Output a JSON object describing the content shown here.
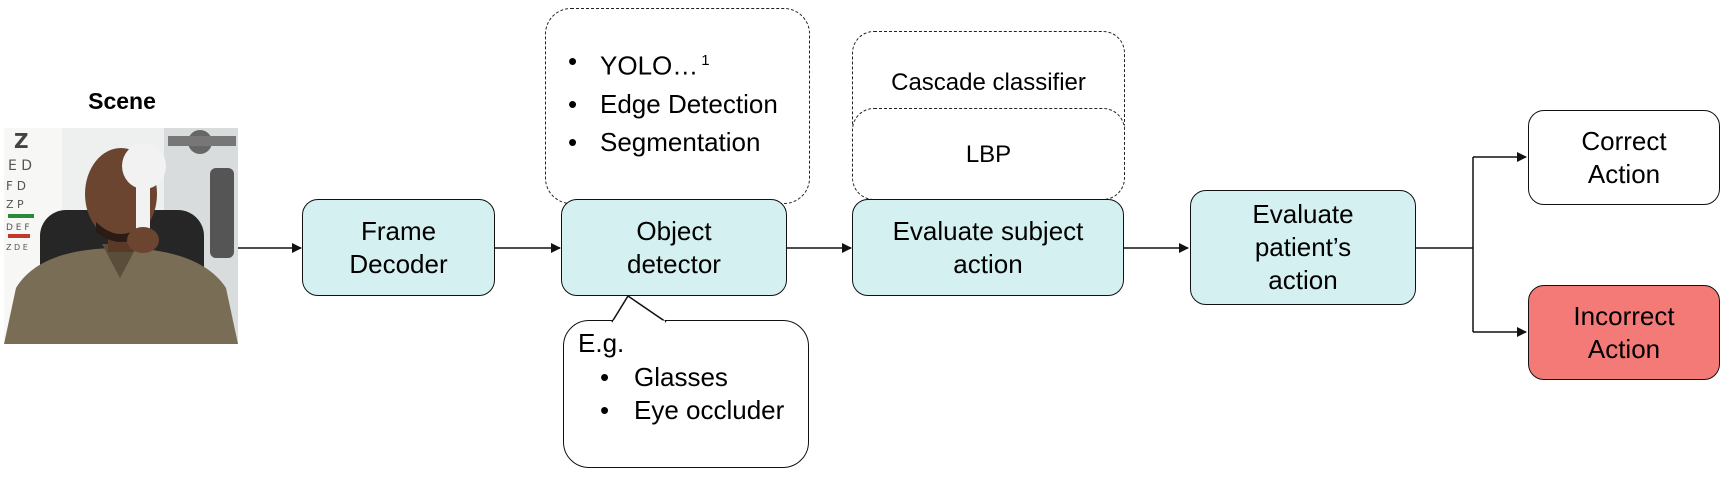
{
  "scene": {
    "title": "Scene"
  },
  "nodes": {
    "frame_decoder": [
      "Frame",
      "Decoder"
    ],
    "object_detector": [
      "Object",
      "detector"
    ],
    "evaluate_subject": [
      "Evaluate subject",
      "action"
    ],
    "evaluate_patient": [
      "Evaluate",
      "patient’s",
      "action"
    ],
    "correct_action": [
      "Correct",
      "Action"
    ],
    "incorrect_action": [
      "Incorrect",
      "Action"
    ]
  },
  "detector_methods": {
    "items": [
      "YOLO…",
      "Edge Detection",
      "Segmentation"
    ],
    "yolo_superscript": "1"
  },
  "evaluation_methods": [
    "Cascade classifier",
    "LBP"
  ],
  "examples": {
    "heading": "E.g.",
    "items": [
      "Glasses",
      "Eye occluder"
    ]
  },
  "colors": {
    "process_fill": "#d4f0f0",
    "incorrect_fill": "#f47a78",
    "outline": "#111111"
  }
}
